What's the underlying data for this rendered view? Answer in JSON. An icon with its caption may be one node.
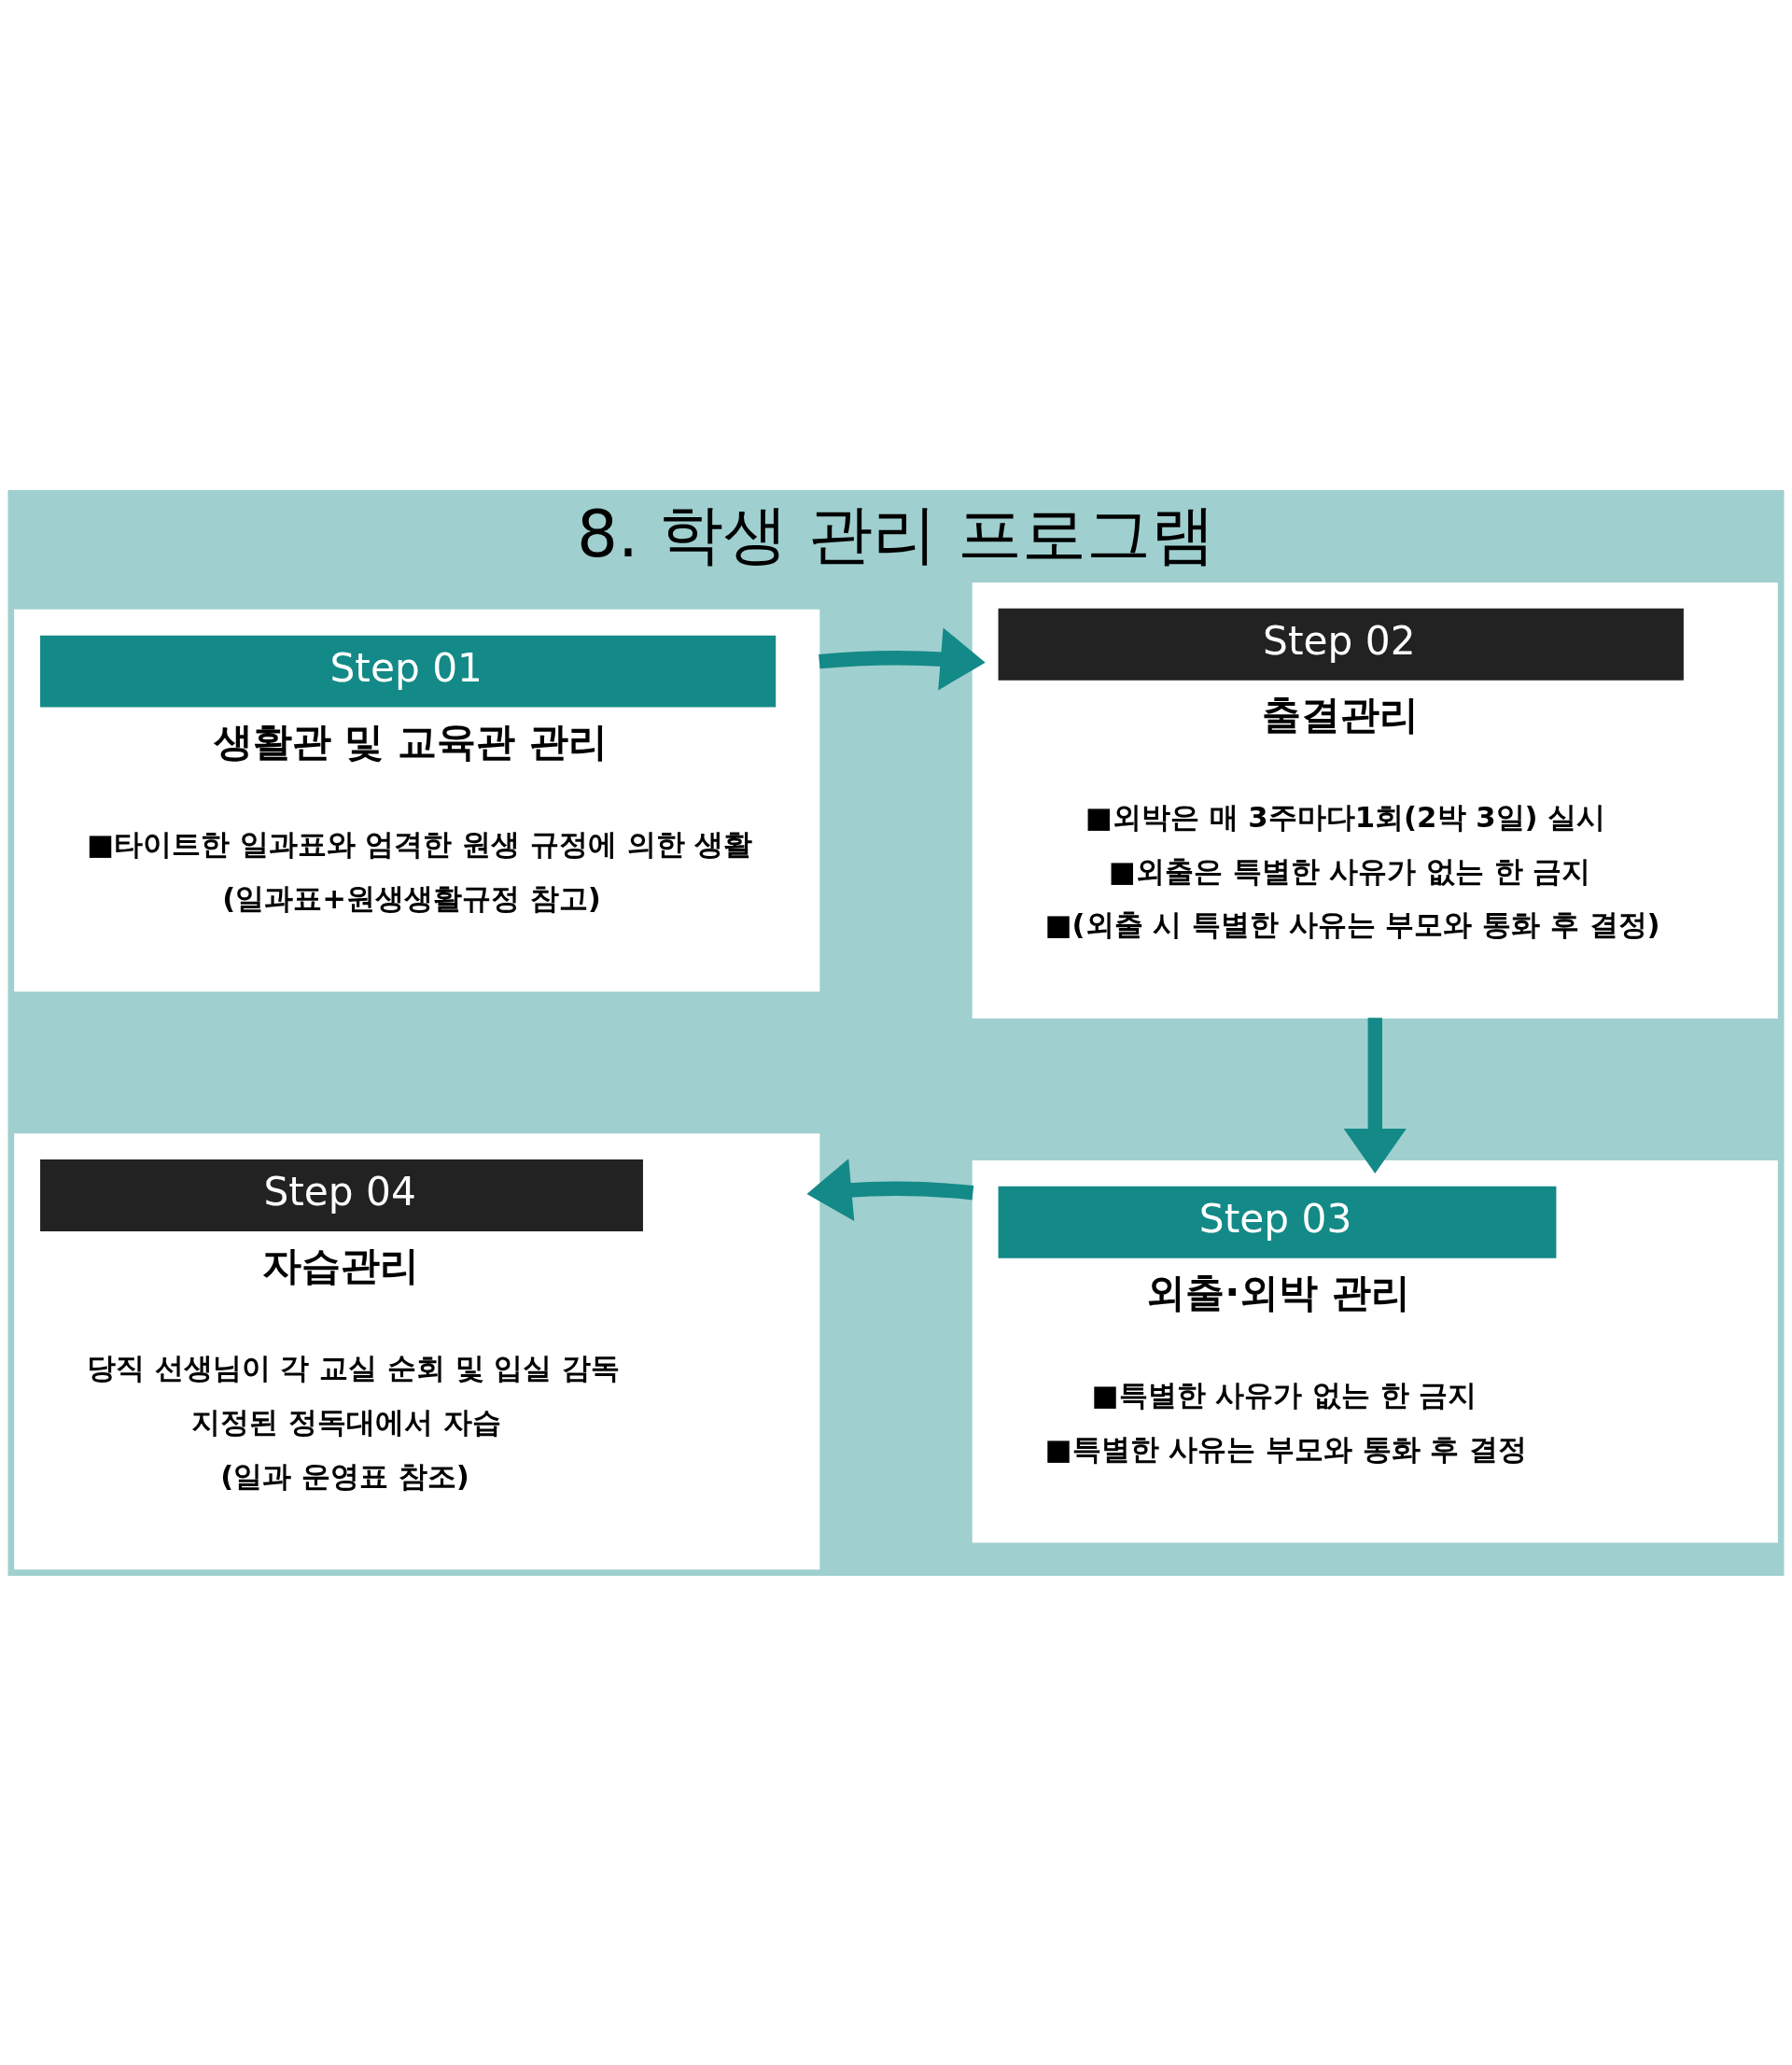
{
  "diagram": {
    "title": "8. 학생 관리 프로그램",
    "nodes": [
      {
        "text": [
          "Step 01",
          "생활관 및 교육관 관리",
          "■타이트한 일과표와 엄격한 원생 규정에 의한 생활",
          "(일과표+원생생활규정 참고)"
        ]
      },
      {
        "text": [
          "Step 02",
          "출결관리",
          "■외박은 매 3주마다1회(2박 3일) 실시",
          "■외출은 특별한 사유가 없는 한 금지",
          "■(외출 시 특별한 사유는 부모와 통화 후 결정)"
        ]
      },
      {
        "text": [
          "Step 03",
          "외출·외박 관리",
          "■특별한 사유가 없는 한 금지",
          "■특별한 사유는 부모와 통화 후 결정"
        ]
      },
      {
        "text": [
          "Step 04",
          "자습관리",
          "당직 선생님이 각 교실 순회 및 입실 감독",
          "지정된 정독대에서 자습",
          "(일과 운영표 참조)"
        ]
      }
    ],
    "edges": [
      {
        "from": 0,
        "to": 1,
        "arrow": "to"
      },
      {
        "from": 1,
        "to": 2,
        "arrow": "to"
      },
      {
        "from": 2,
        "to": 3,
        "arrow": "to"
      }
    ]
  }
}
